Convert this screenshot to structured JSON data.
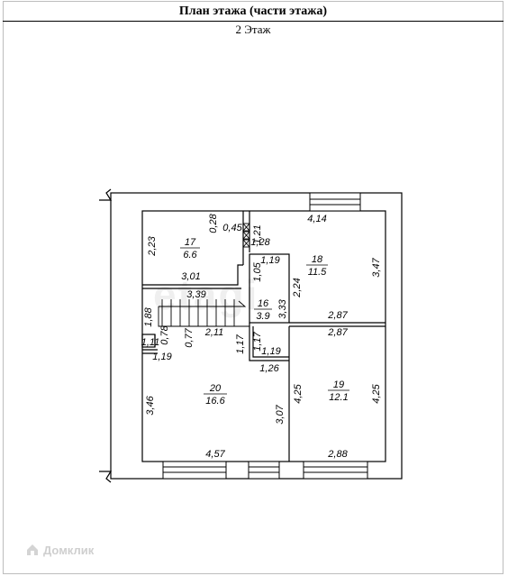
{
  "header": {
    "title": "План этажа (части этажа)",
    "floor": "2 Этаж"
  },
  "rooms": [
    {
      "number": "17",
      "area": "6.6"
    },
    {
      "number": "18",
      "area": "11.5"
    },
    {
      "number": "16",
      "area": "3.9"
    },
    {
      "number": "19",
      "area": "12.1"
    },
    {
      "number": "20",
      "area": "16.6"
    }
  ],
  "dimensions": [
    "4,14",
    "0,28",
    "0,45",
    "1,21",
    "2,23",
    "1,28",
    "3,47",
    "1,19",
    "1,05",
    "3,01",
    "2,24",
    "3,39",
    "3,33",
    "1,88",
    "2,87",
    "2,11",
    "2,87",
    "1,11",
    "0,78",
    "0,77",
    "1,17",
    "1,17",
    "1,19",
    "1,19",
    "1,26",
    "3,46",
    "4,25",
    "4,25",
    "3,07",
    "4,57",
    "2,88"
  ],
  "watermark": {
    "brand": "etagi",
    "logo_text": "Домклик"
  }
}
